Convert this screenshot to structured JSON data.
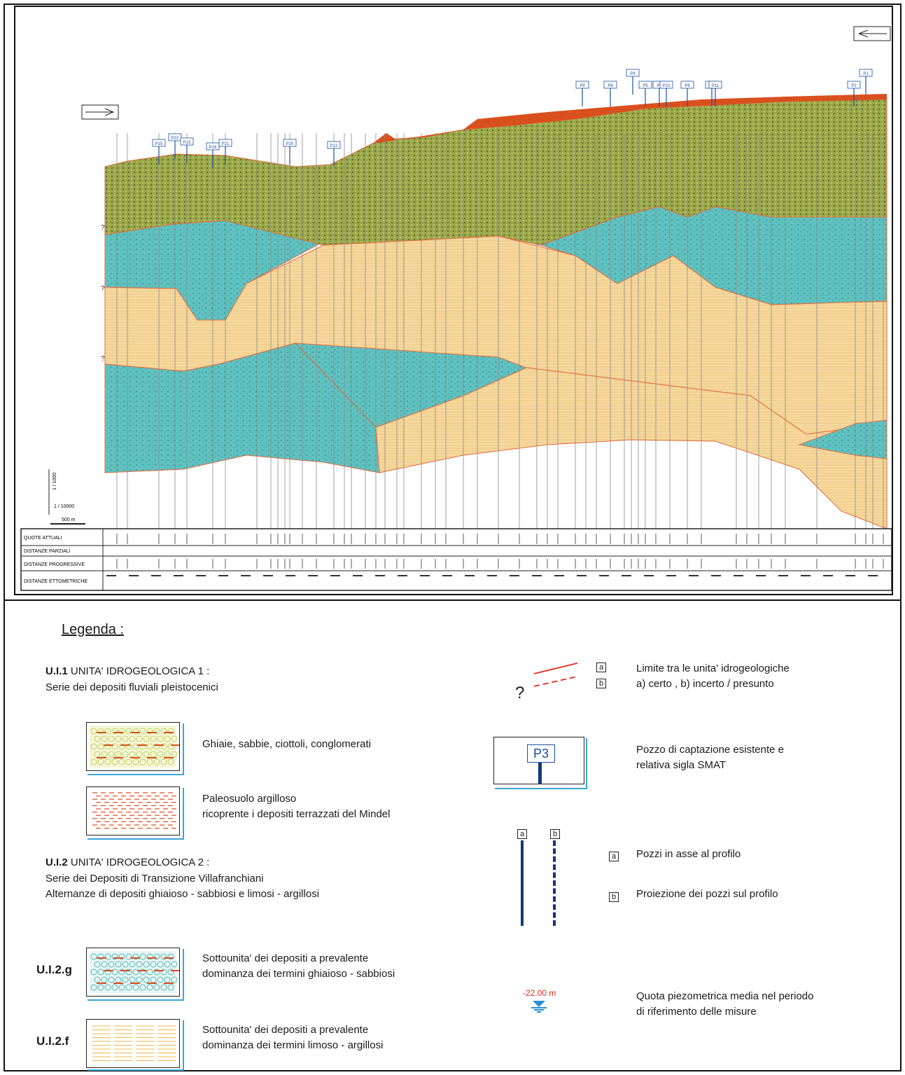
{
  "section": {
    "table_rows": [
      "QUOTE ATTUALI",
      "DISTANZE PARZIALI",
      "DISTANZE PROGRESSIVE",
      "DISTANZE ETTOMETRICHE"
    ],
    "well_tags": [
      "P15",
      "P22",
      "P13",
      "P16",
      "P21",
      "P20",
      "P12",
      "P9",
      "P8",
      "P4",
      "P5",
      "P7",
      "P6",
      "P3",
      "P2",
      "P1",
      "P10",
      "P11"
    ],
    "uncertain_mark": "?",
    "scale_label": "1 / 10000",
    "vertical_scale": "1 / 1000",
    "scale_bar_label": "500 m",
    "colors": {
      "gravel": "#9aa84a",
      "paleosol": "#d9501f",
      "gravel2": "#5fc2c0",
      "silt": "#f6d9a0"
    }
  },
  "legend": {
    "title": "Legenda :",
    "ui1": {
      "code": "U.I.1",
      "name": "UNITA' IDROGEOLOGICA 1 :",
      "desc": "Serie dei depositi fluviali pleistocenici"
    },
    "ghiaie": "Ghiaie, sabbie, ciottoli, conglomerati",
    "paleosuolo_1": "Paleosuolo argilloso",
    "paleosuolo_2": "ricoprente i depositi terrazzati del Mindel",
    "ui2": {
      "code": "U.I.2",
      "name": "UNITA' IDROGEOLOGICA 2 :",
      "desc1": "Serie dei Depositi di Transizione Villafranchiani",
      "desc2": "Alternanze di depositi ghiaioso - sabbiosi e limosi - argillosi"
    },
    "ui2g": {
      "code": "U.I.2.g",
      "line1": "Sottounita' dei depositi a prevalente",
      "line2": "dominanza dei termini ghiaioso - sabbiosi"
    },
    "ui2f": {
      "code": "U.I.2.f",
      "line1": "Sottounita' dei depositi a prevalente",
      "line2": "dominanza dei termini limoso - argillosi"
    },
    "limit": {
      "a": "a",
      "b": "b",
      "q": "?",
      "line1": "Limite tra le unita' idrogeologiche",
      "line2": "a) certo , b) incerto / presunto"
    },
    "pozzo": {
      "tag": "P3",
      "line1": "Pozzo di captazione esistente e",
      "line2": "relativa sigla SMAT"
    },
    "pozzi": {
      "a": "a",
      "b": "b",
      "a_text": "Pozzi in asse al profilo",
      "b_text": "Proiezione dei pozzi sul profilo"
    },
    "piezo": {
      "value": "-22.00 m",
      "line1": "Quota piezometrica media nel periodo",
      "line2": "di riferimento delle misure"
    }
  }
}
